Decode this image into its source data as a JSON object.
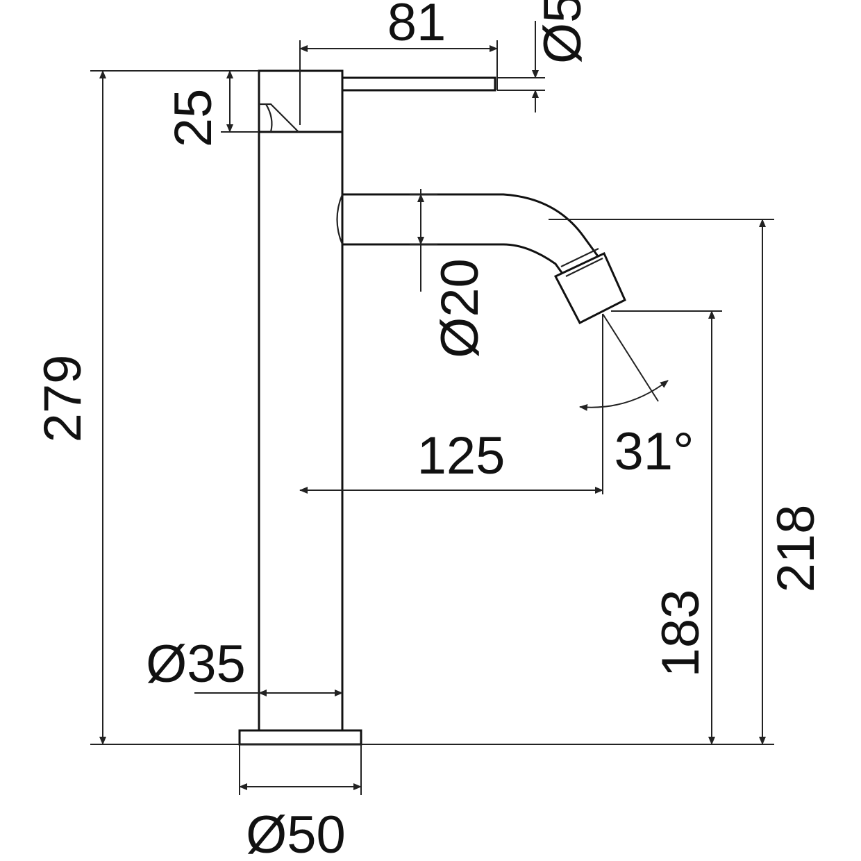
{
  "drawing": {
    "colors": {
      "line": "#222222",
      "background": "#ffffff"
    },
    "dimensions": {
      "handle_length": "81",
      "handle_diameter": "Ø5",
      "lever_height": "25",
      "total_height": "279",
      "spout_diameter": "Ø20",
      "spout_angle": "31°",
      "spout_reach": "125",
      "outlet_height": "183",
      "spout_height": "218",
      "body_diameter": "Ø35",
      "base_diameter": "Ø50"
    }
  }
}
